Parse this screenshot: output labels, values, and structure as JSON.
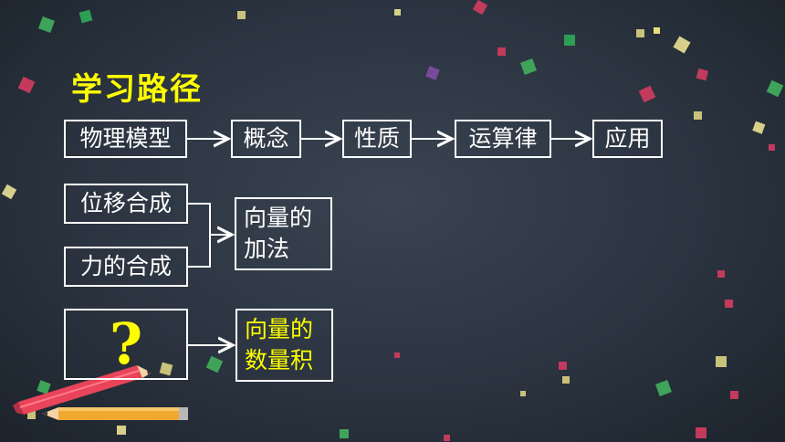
{
  "title": "学习路径",
  "path": [
    "物理模型",
    "概念",
    "性质",
    "运算律",
    "应用"
  ],
  "addition": {
    "inputs": [
      "位移合成",
      "力的合成"
    ],
    "result_lines": [
      "向量的",
      "加法"
    ]
  },
  "dot_product": {
    "input": "?",
    "result_lines": [
      "向量的",
      "数量积"
    ]
  },
  "colors": {
    "background": "#2b3440",
    "title": "#ffff00",
    "box_border": "#ffffff",
    "highlight_text": "#ffff00",
    "pencil_red": "#e8445a",
    "pencil_orange": "#f0a830"
  }
}
